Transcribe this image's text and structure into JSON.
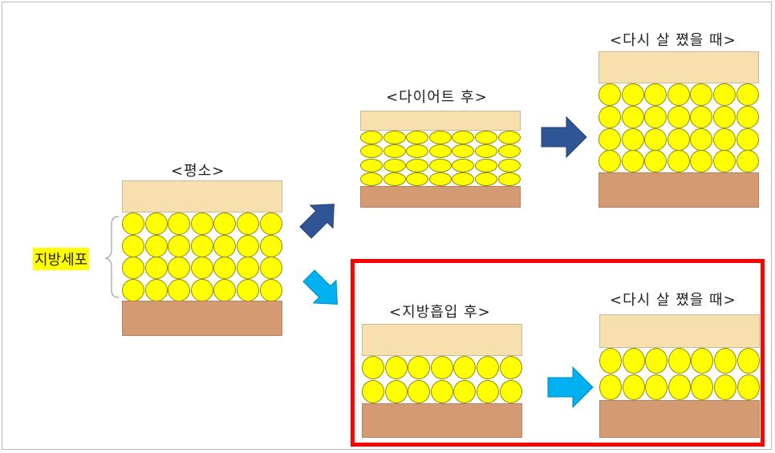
{
  "labels": {
    "normal": "<평소>",
    "after_diet": "<다이어트 후>",
    "regain_after_diet": "<다시 살 쪘을 때>",
    "after_liposuction": "<지방흡입 후>",
    "regain_after_lipo": "<다시 살 쪘을 때>",
    "fat_cell": "지방세포"
  },
  "colors": {
    "skin": "#f8dfae",
    "fat_cell": "#ffff00",
    "muscle": "#d49a71",
    "arrow_dark": "#2f5597",
    "arrow_light": "#00b0f0",
    "highlight_box": "#ff0000"
  },
  "panels": {
    "normal": {
      "rows": 4,
      "cols": 7,
      "cell_shape": "round"
    },
    "after_diet": {
      "rows": 4,
      "cols": 7,
      "cell_shape": "flattened"
    },
    "regain_after_diet": {
      "rows": 4,
      "cols": 7,
      "cell_shape": "round"
    },
    "after_liposuction": {
      "rows": 2,
      "cols": 7,
      "cell_shape": "round"
    },
    "regain_after_lipo": {
      "rows": 2,
      "cols": 7,
      "cell_shape": "round"
    }
  }
}
